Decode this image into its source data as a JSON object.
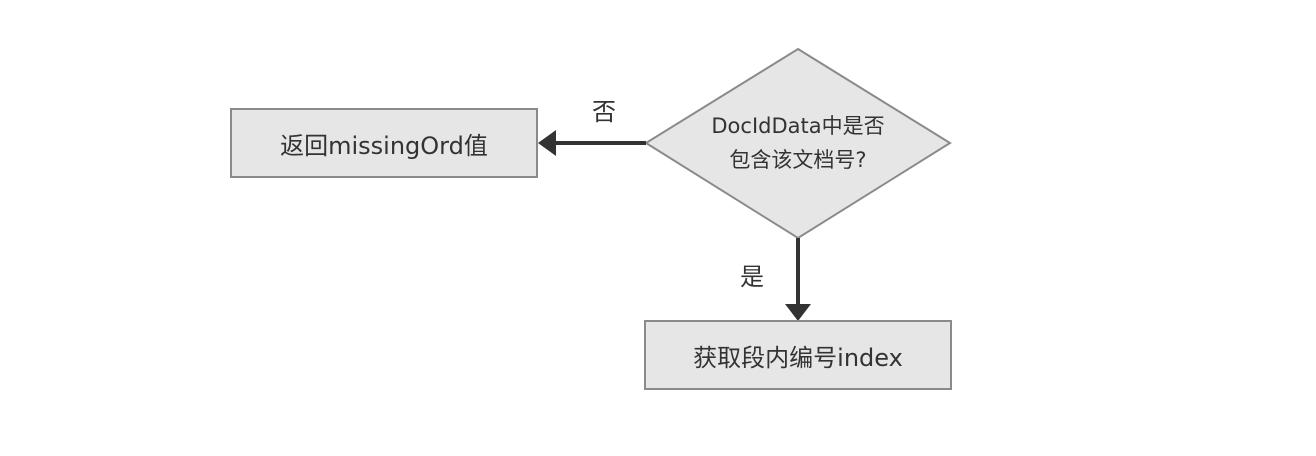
{
  "nodes": {
    "decision": {
      "line1": "DocIdData中是否",
      "line2": "包含该文档号?"
    },
    "no_result": {
      "label": "返回missingOrd值"
    },
    "yes_result": {
      "label": "获取段内编号index"
    }
  },
  "edges": {
    "no_label": "否",
    "yes_label": "是"
  },
  "colors": {
    "fill": "#e6e6e6",
    "stroke": "#8a8a8a",
    "arrow": "#333333",
    "text": "#333333"
  }
}
